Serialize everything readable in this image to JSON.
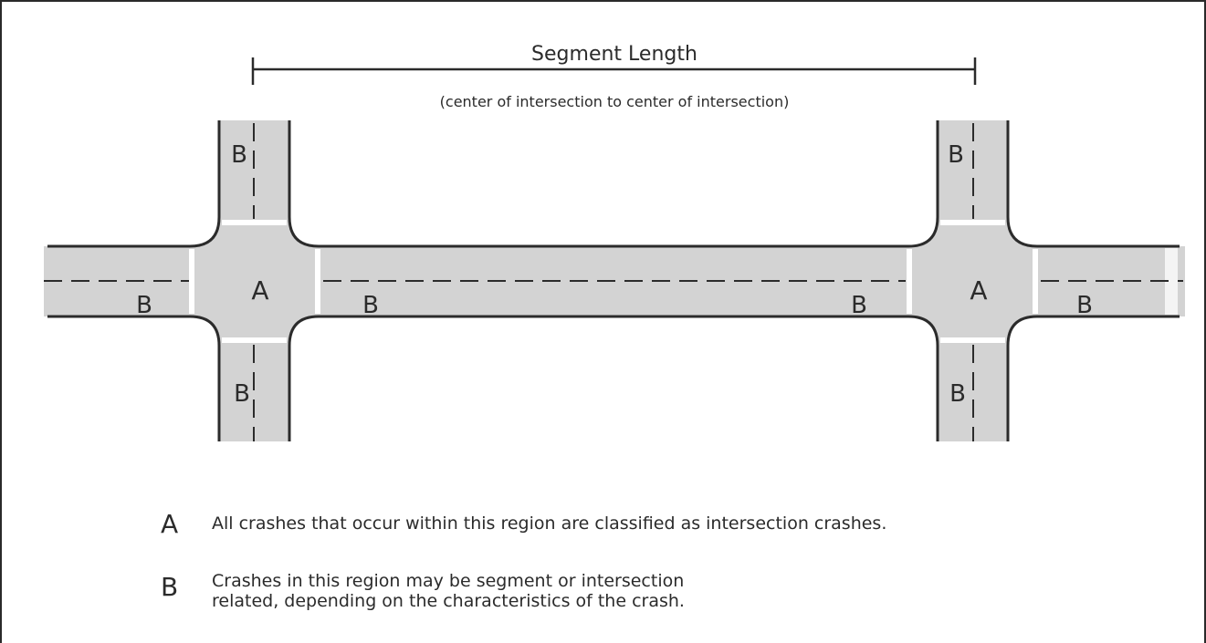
{
  "header": {
    "title": "Segment Length",
    "subtitle": "(center of intersection to center of intersection)"
  },
  "regions": {
    "intersection_label": "A",
    "segment_label": "B"
  },
  "legend": [
    {
      "key": "A",
      "text": "All crashes that occur within this region are classified as intersection crashes."
    },
    {
      "key": "B",
      "text": "Crashes in this region may be segment or intersection related, depending on the characteristics of the crash."
    }
  ],
  "colors": {
    "road_fill": "#d3d3d3",
    "road_edge": "#2b2b2b",
    "stop_line": "#ffffff",
    "background": "#ffffff"
  }
}
